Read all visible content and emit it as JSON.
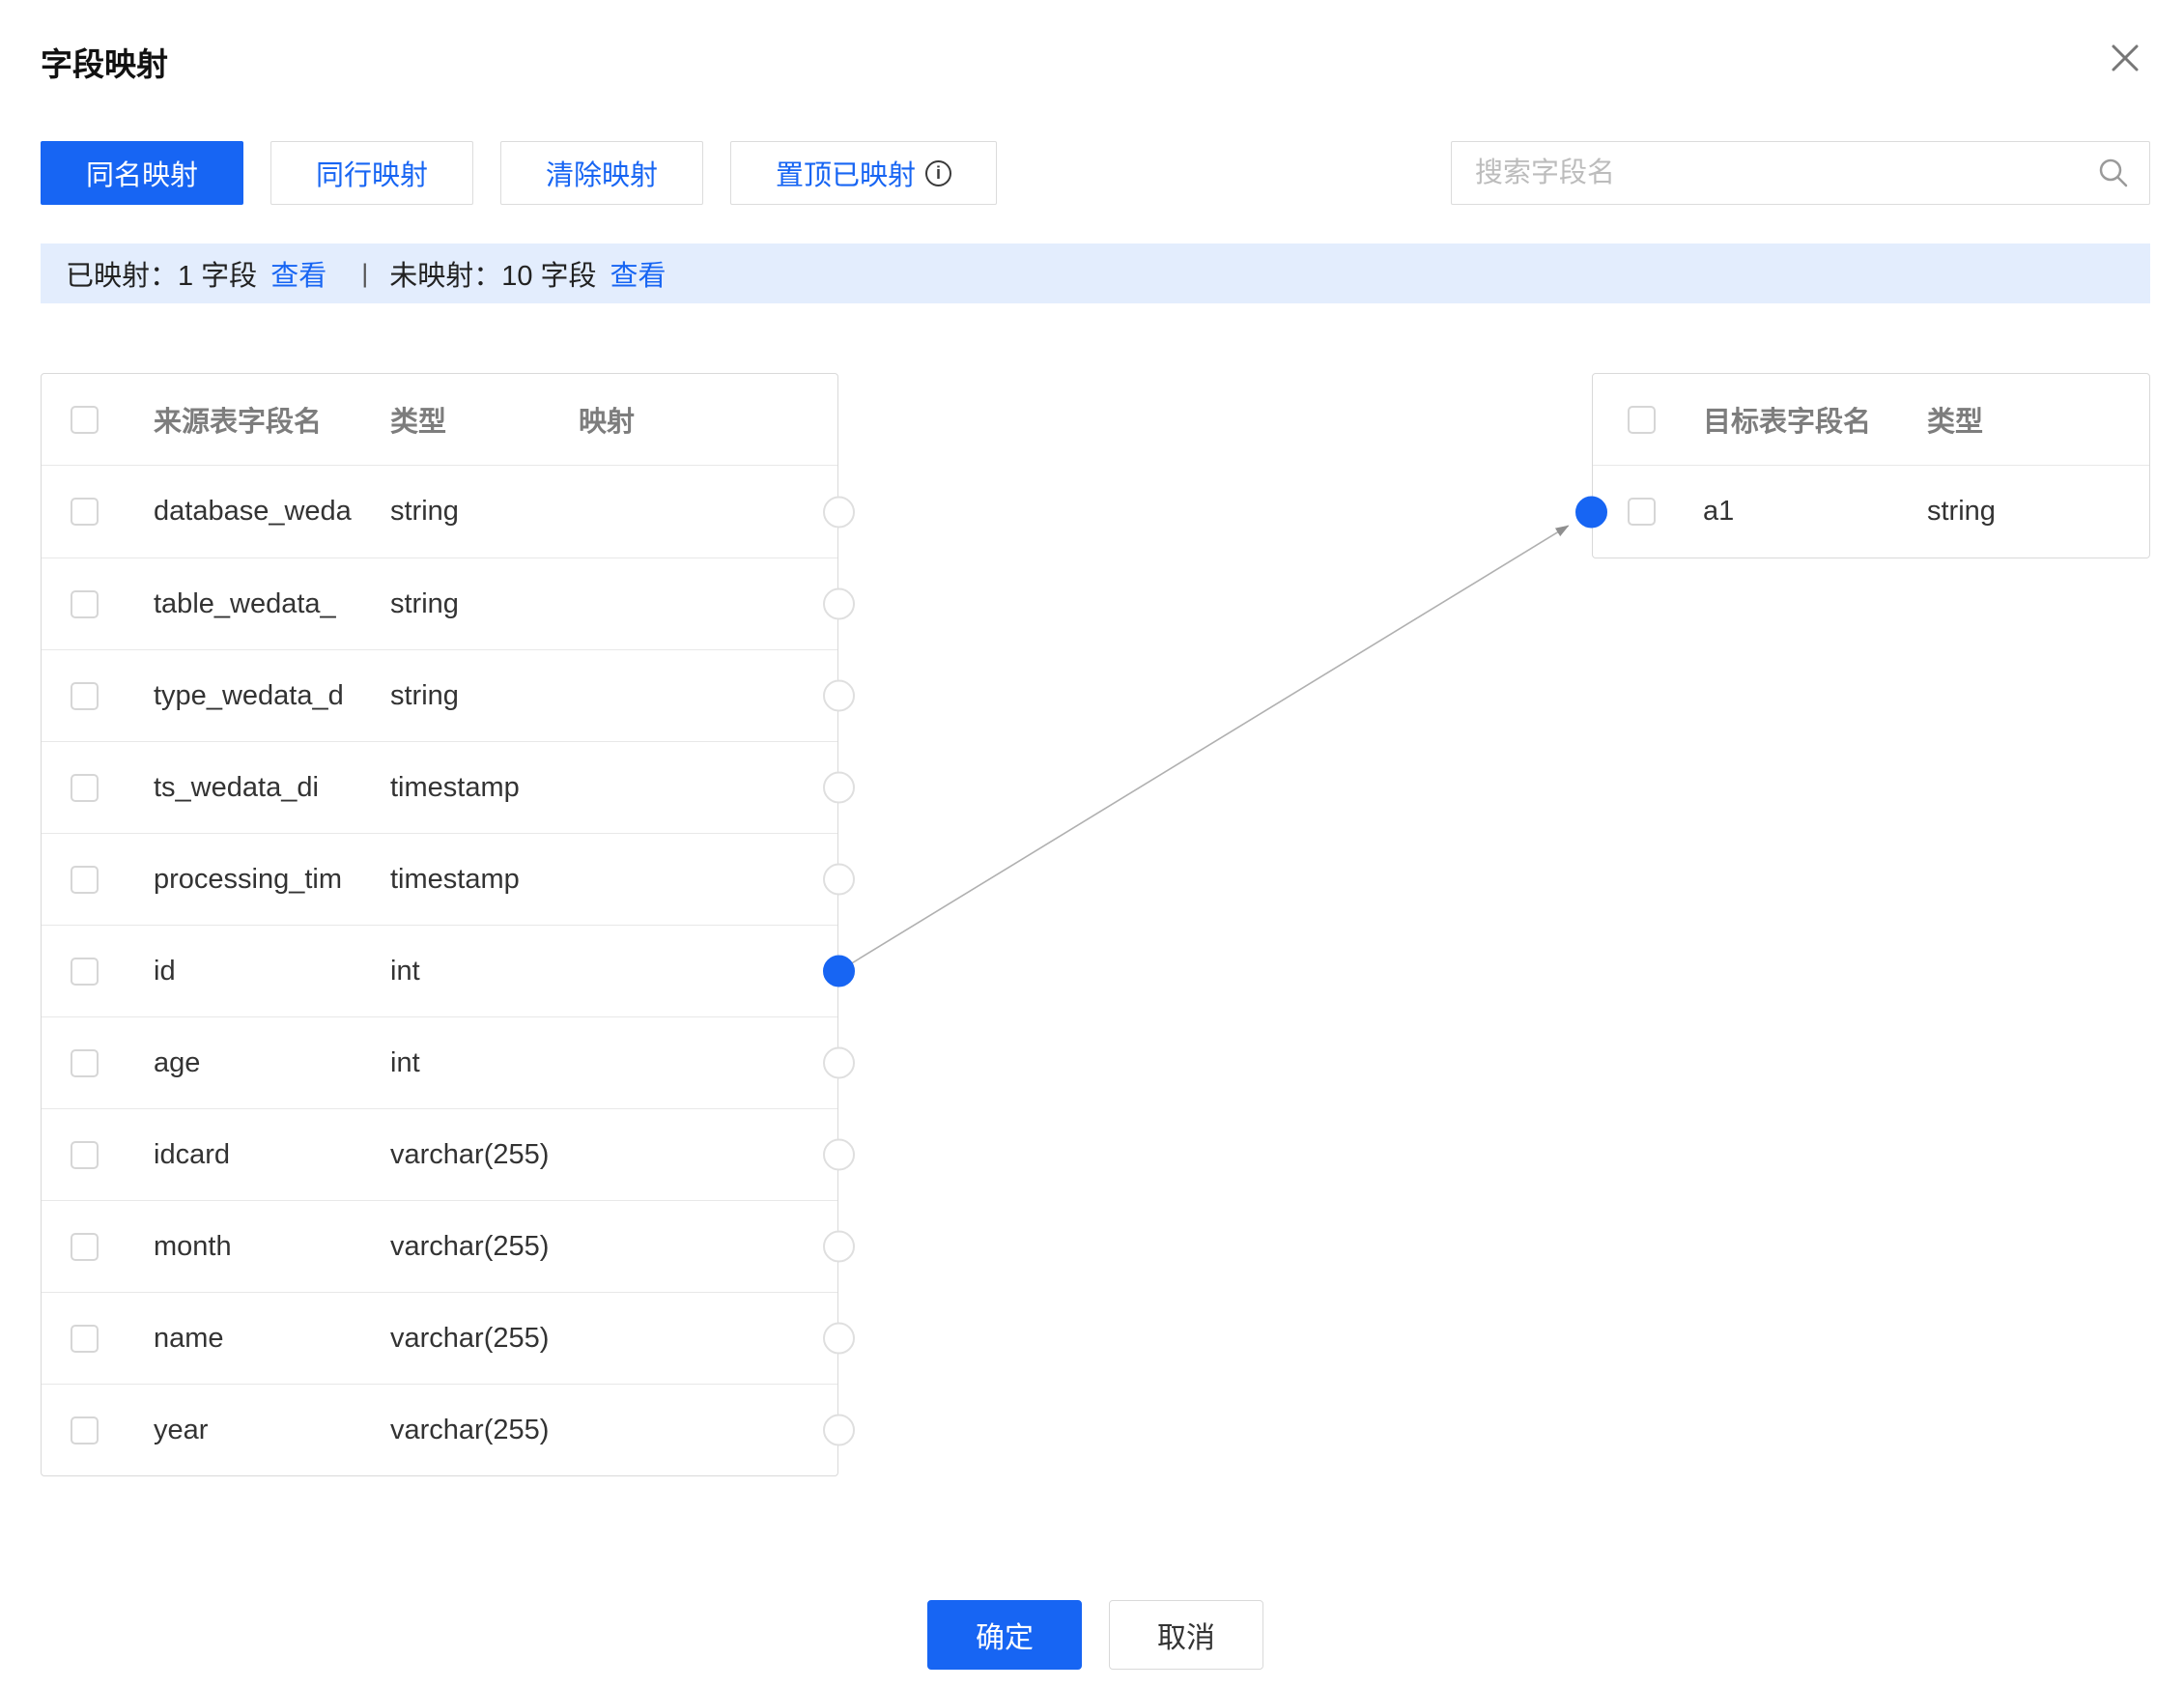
{
  "dialog": {
    "title": "字段映射"
  },
  "toolbar": {
    "buttons": [
      {
        "label": "同名映射",
        "active": true
      },
      {
        "label": "同行映射",
        "active": false
      },
      {
        "label": "清除映射",
        "active": false
      },
      {
        "label": "置顶已映射",
        "active": false,
        "has_info_icon": true
      }
    ],
    "search_placeholder": "搜索字段名"
  },
  "summary": {
    "mapped_text": "已映射：1 字段",
    "view_mapped_link": "查看",
    "divider": "|",
    "unmapped_text": "未映射：10 字段",
    "view_unmapped_link": "查看"
  },
  "source_table": {
    "headers": [
      "来源表字段名",
      "类型",
      "映射"
    ],
    "rows": [
      {
        "name": "database_weda",
        "type": "string",
        "mapped": false
      },
      {
        "name": "table_wedata_",
        "type": "string",
        "mapped": false
      },
      {
        "name": "type_wedata_d",
        "type": "string",
        "mapped": false
      },
      {
        "name": "ts_wedata_di",
        "type": "timestamp",
        "mapped": false
      },
      {
        "name": "processing_tim",
        "type": "timestamp",
        "mapped": false
      },
      {
        "name": "id",
        "type": "int",
        "mapped": true
      },
      {
        "name": "age",
        "type": "int",
        "mapped": false
      },
      {
        "name": "idcard",
        "type": "varchar(255)",
        "mapped": false
      },
      {
        "name": "month",
        "type": "varchar(255)",
        "mapped": false
      },
      {
        "name": "name",
        "type": "varchar(255)",
        "mapped": false
      },
      {
        "name": "year",
        "type": "varchar(255)",
        "mapped": false
      }
    ]
  },
  "target_table": {
    "headers": [
      "目标表字段名",
      "类型"
    ],
    "rows": [
      {
        "name": "a1",
        "type": "string",
        "mapped": true
      }
    ]
  },
  "footer": {
    "ok": "确定",
    "cancel": "取消"
  },
  "colors": {
    "accent": "#1765f3",
    "info_bar_bg": "#e3edfd",
    "wire": "#b0b0b0",
    "wire_arrow": "#8f8f8f"
  }
}
